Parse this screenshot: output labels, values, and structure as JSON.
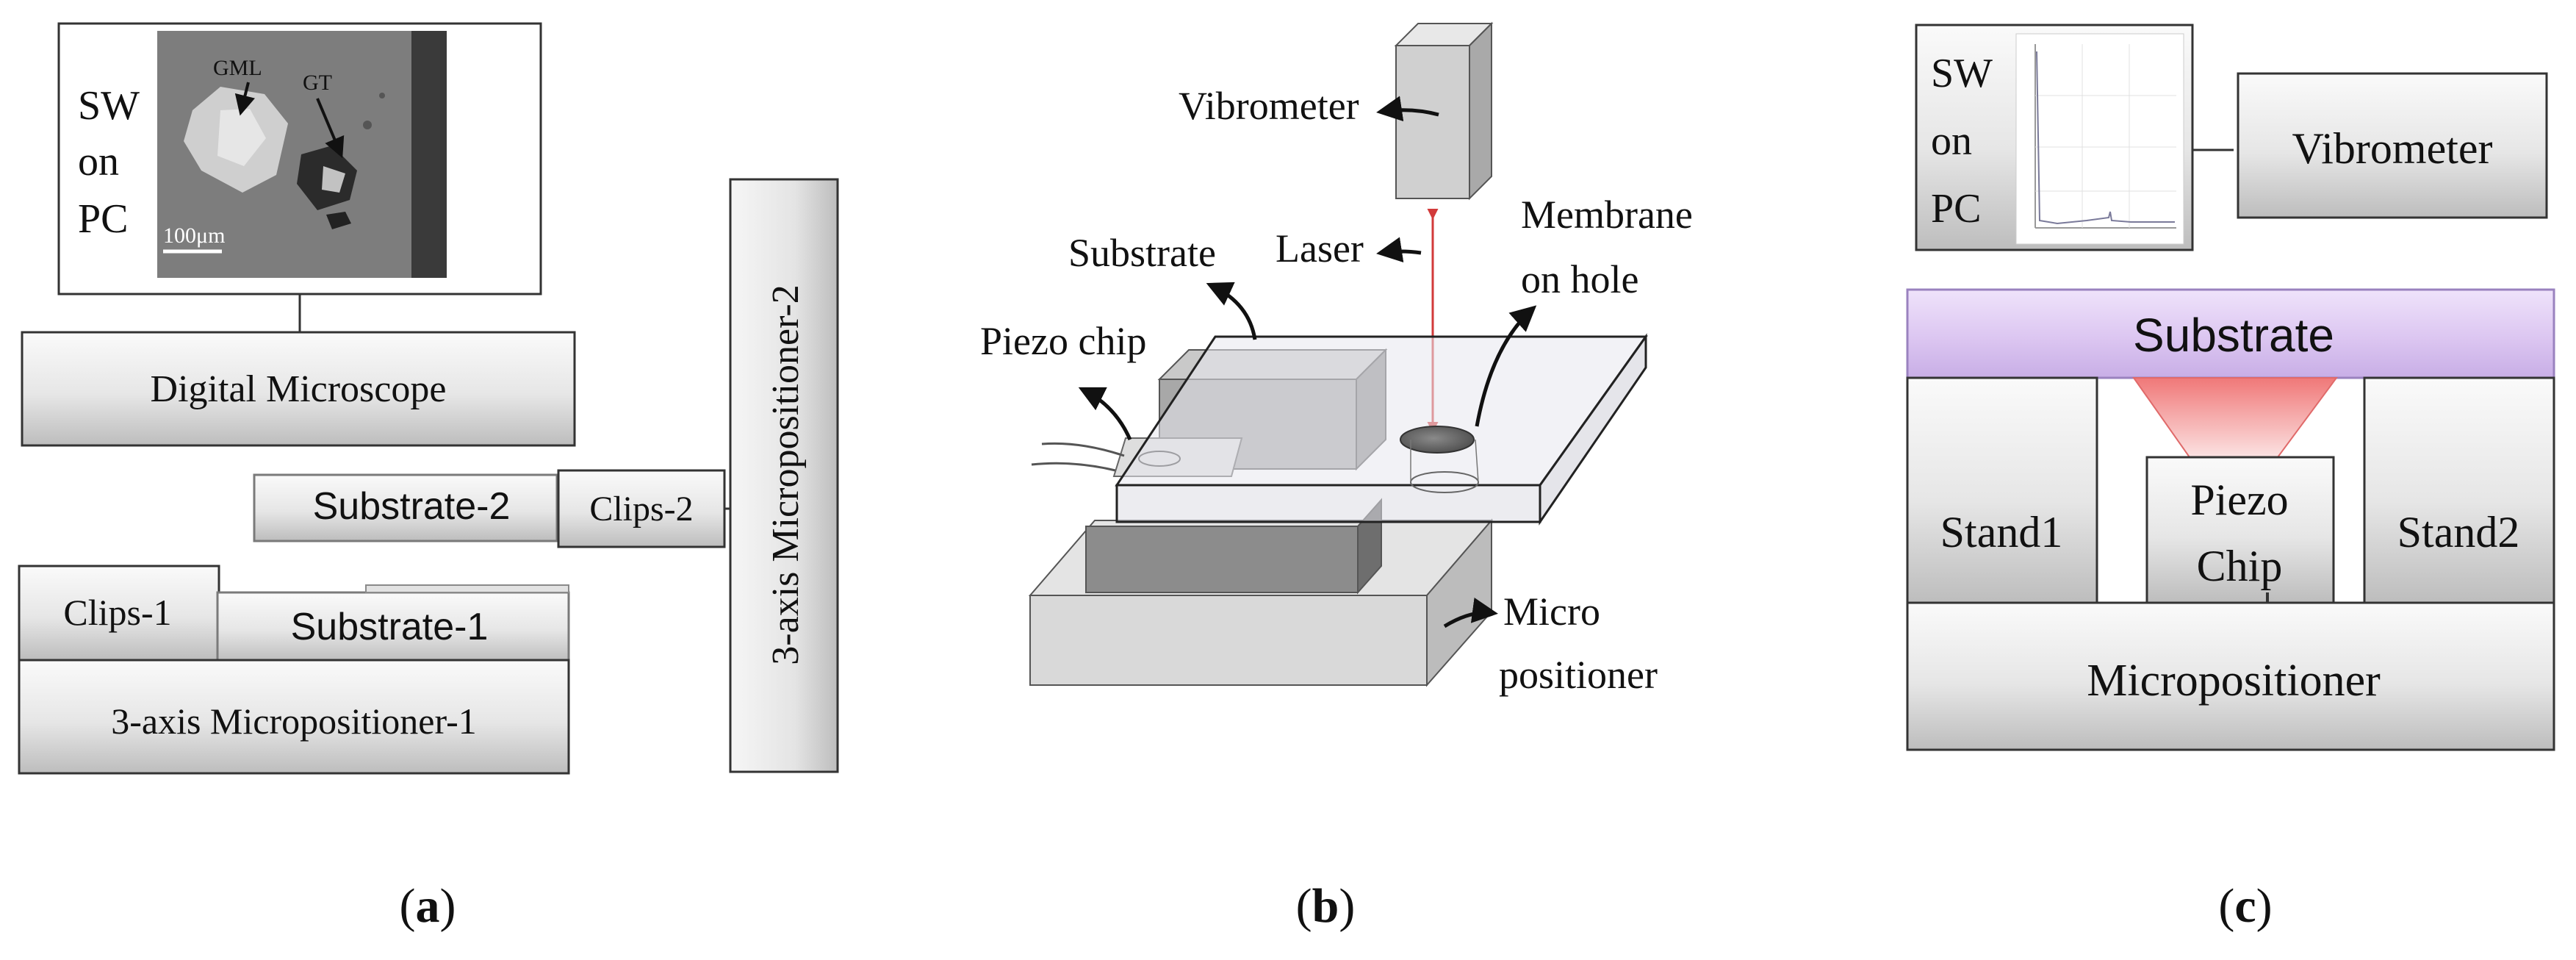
{
  "panel_a": {
    "pc_text_line1": "SW",
    "pc_text_line2": "on",
    "pc_text_line3": "PC",
    "micrograph_label_gml": "GML",
    "micrograph_label_gt": "GT",
    "micrograph_scale": "100μm",
    "digital_microscope": "Digital Microscope",
    "substrate_2": "Substrate-2",
    "clips_2": "Clips-2",
    "micropositioner_2": "3-axis Micropositioner-2",
    "clips_1": "Clips-1",
    "substrate_1": "Substrate-1",
    "micropositioner_1": "3-axis Micropositioner-1",
    "caption_letter": "a"
  },
  "panel_b": {
    "vibrometer": "Vibrometer",
    "laser": "Laser",
    "substrate": "Substrate",
    "membrane_line1": "Membrane",
    "membrane_line2": "on hole",
    "piezo_chip": "Piezo chip",
    "micro_line1": "Micro",
    "micro_line2": "positioner",
    "caption_letter": "b"
  },
  "panel_c": {
    "pc_text_line1": "SW",
    "pc_text_line2": "on",
    "pc_text_line3": "PC",
    "vibrometer": "Vibrometer",
    "substrate": "Substrate",
    "stand1": "Stand1",
    "stand2": "Stand2",
    "piezo_line1": "Piezo",
    "piezo_line2": "Chip",
    "micropositioner": "Micropositioner",
    "caption_letter": "c"
  },
  "colors": {
    "box_stroke": "#333333",
    "laser": "#d23a3a",
    "substrate_purple": "#dcc8f0",
    "beam_red": "#f2a0a0"
  }
}
